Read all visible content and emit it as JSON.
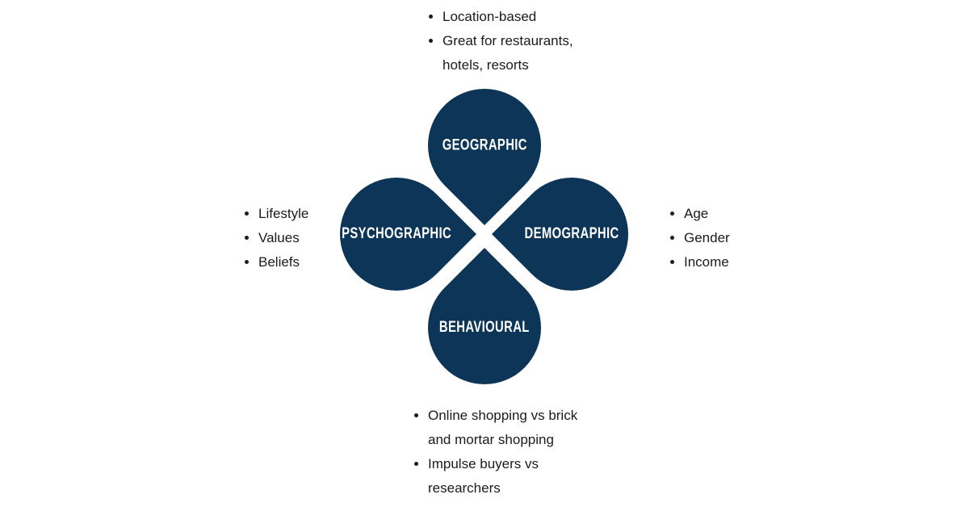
{
  "colors": {
    "background": "#ffffff",
    "petal_fill": "#0d3557",
    "petal_label": "#ffffff",
    "list_text": "#1b1b1b"
  },
  "petals": {
    "geographic": {
      "label": "GEOGRAPHIC"
    },
    "demographic": {
      "label": "DEMOGRAPHIC"
    },
    "behavioural": {
      "label": "BEHAVIOURAL"
    },
    "psychographic": {
      "label": "PSYCHOGRAPHIC"
    }
  },
  "notes": {
    "geographic": {
      "items": [
        [
          "Location-based"
        ],
        [
          "Great for restaurants,",
          "hotels, resorts"
        ]
      ]
    },
    "psychographic": {
      "items": [
        [
          "Lifestyle"
        ],
        [
          "Values"
        ],
        [
          "Beliefs"
        ]
      ]
    },
    "demographic": {
      "items": [
        [
          "Age"
        ],
        [
          "Gender"
        ],
        [
          "Income"
        ]
      ]
    },
    "behavioural": {
      "items": [
        [
          "Online shopping vs brick",
          "and mortar shopping"
        ],
        [
          "Impulse buyers vs",
          "researchers"
        ]
      ]
    }
  }
}
